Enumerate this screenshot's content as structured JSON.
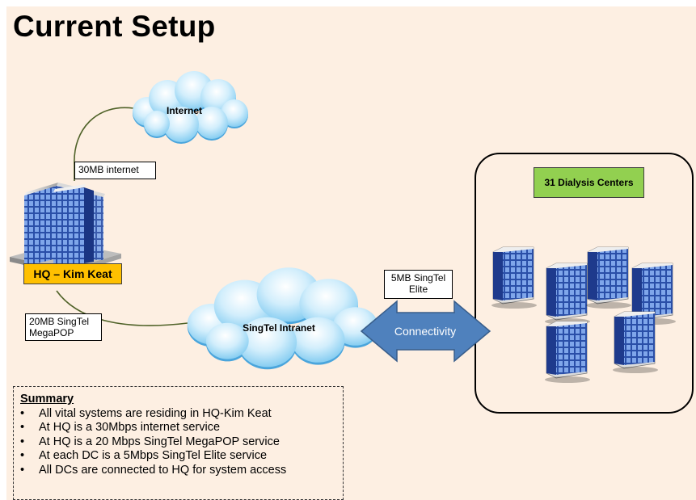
{
  "title": "Current Setup",
  "hq": {
    "label": "HQ – Kim Keat"
  },
  "internet": {
    "label": "Internet"
  },
  "intranet": {
    "label": "SingTel Intranet"
  },
  "links": {
    "internet_link": "30MB internet",
    "megapop_line1": "20MB SingTel",
    "megapop_line2": "MegaPOP",
    "elite_line1": "5MB SingTel",
    "elite_line2": "Elite",
    "connectivity": "Connectivity"
  },
  "dialysis": {
    "label": "31 Dialysis Centers"
  },
  "summary": {
    "heading": "Summary",
    "items": [
      "All vital systems are residing in HQ-Kim Keat",
      "At HQ is a 30Mbps  internet service",
      "At HQ is a 20 Mbps SingTel MegaPOP service",
      "At each DC is a 5Mbps SingTel Elite service",
      "All DCs are connected to HQ for system access"
    ]
  },
  "colors": {
    "background": "#fdefe2",
    "hq_label": "#ffc000",
    "dialysis_label": "#92d050",
    "arrow": "#4f81bd",
    "link_line": "#4f6228"
  },
  "icons": [
    "cloud-icon",
    "office-building-icon",
    "server-rack-icon",
    "double-arrow-icon"
  ]
}
